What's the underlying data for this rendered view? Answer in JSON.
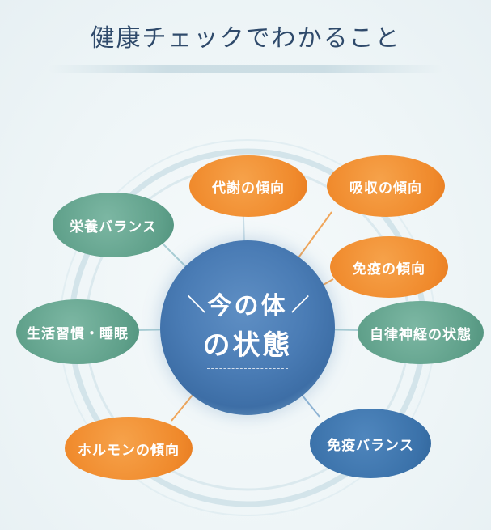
{
  "title": "健康チェックでわかること",
  "center": {
    "line1": "今の体",
    "line2": "の状態"
  },
  "items": [
    {
      "label": "代謝の傾向",
      "color": "orange"
    },
    {
      "label": "吸収の傾向",
      "color": "orange"
    },
    {
      "label": "栄養バランス",
      "color": "green"
    },
    {
      "label": "免疫の傾向",
      "color": "orange"
    },
    {
      "label": "生活習慣・睡眠",
      "color": "green"
    },
    {
      "label": "自律神経の状態",
      "color": "green"
    },
    {
      "label": "ホルモンの傾向",
      "color": "orange"
    },
    {
      "label": "免疫バランス",
      "color": "blue"
    }
  ],
  "colors": {
    "orange": "#f08a2c",
    "green": "#5fa08a",
    "blue": "#3b72aa",
    "center": "#4a7cb5",
    "title": "#2f4a6b"
  }
}
